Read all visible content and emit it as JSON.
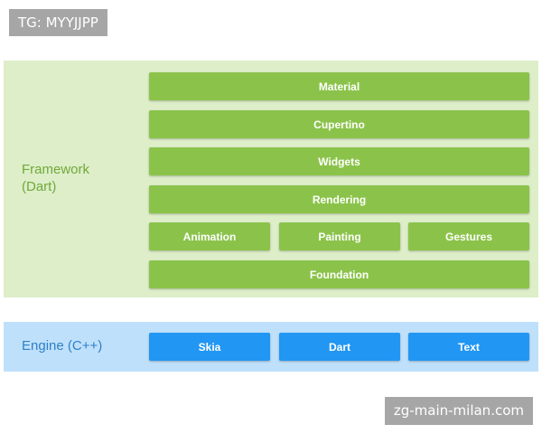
{
  "watermarks": {
    "top": "TG: MYYJJPP",
    "bottom": "zg-main-milan.com"
  },
  "framework": {
    "label": "Framework\n(Dart)",
    "layers": {
      "material": "Material",
      "cupertino": "Cupertino",
      "widgets": "Widgets",
      "rendering": "Rendering",
      "animation": "Animation",
      "painting": "Painting",
      "gestures": "Gestures",
      "foundation": "Foundation"
    }
  },
  "engine": {
    "label": "Engine (C++)",
    "layers": {
      "skia": "Skia",
      "dart": "Dart",
      "text": "Text"
    }
  },
  "colors": {
    "framework_panel": "#ddeec9",
    "framework_block": "#8bc34a",
    "framework_label": "#71a93a",
    "engine_panel": "#bfe0fb",
    "engine_block": "#2196f3",
    "engine_label": "#2f81c7",
    "watermark": "#a6a6a6"
  }
}
